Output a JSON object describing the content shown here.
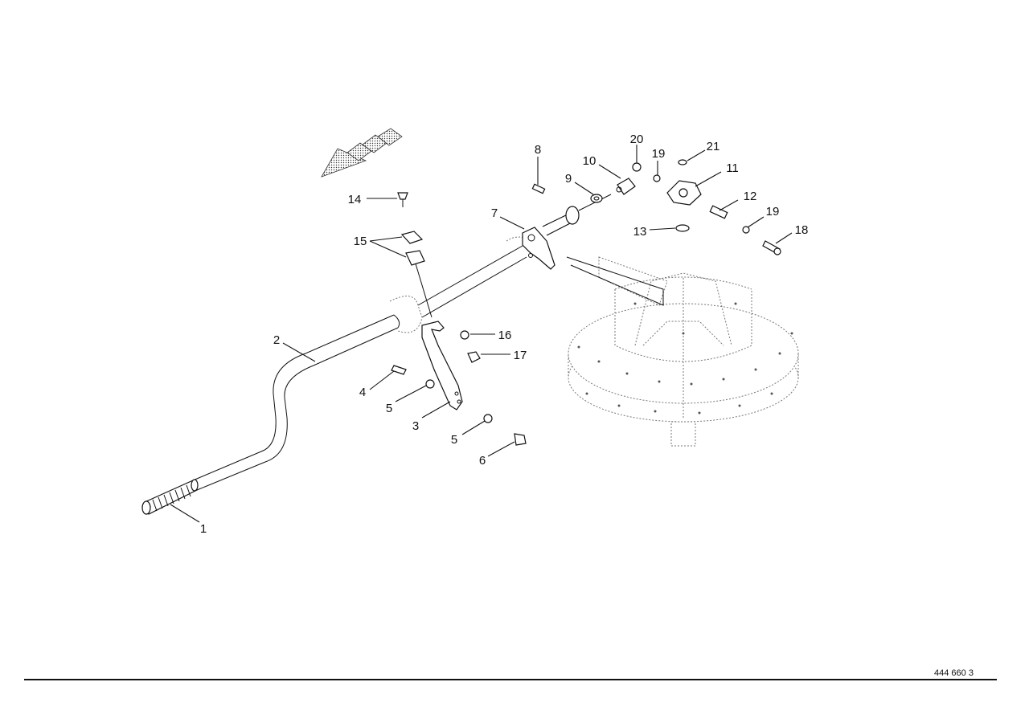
{
  "drawing_number": "444 660 3",
  "callouts": [
    "1",
    "2",
    "3",
    "4",
    "5",
    "5",
    "6",
    "7",
    "8",
    "9",
    "10",
    "11",
    "12",
    "13",
    "14",
    "15",
    "16",
    "17",
    "18",
    "19",
    "19",
    "20",
    "21"
  ]
}
